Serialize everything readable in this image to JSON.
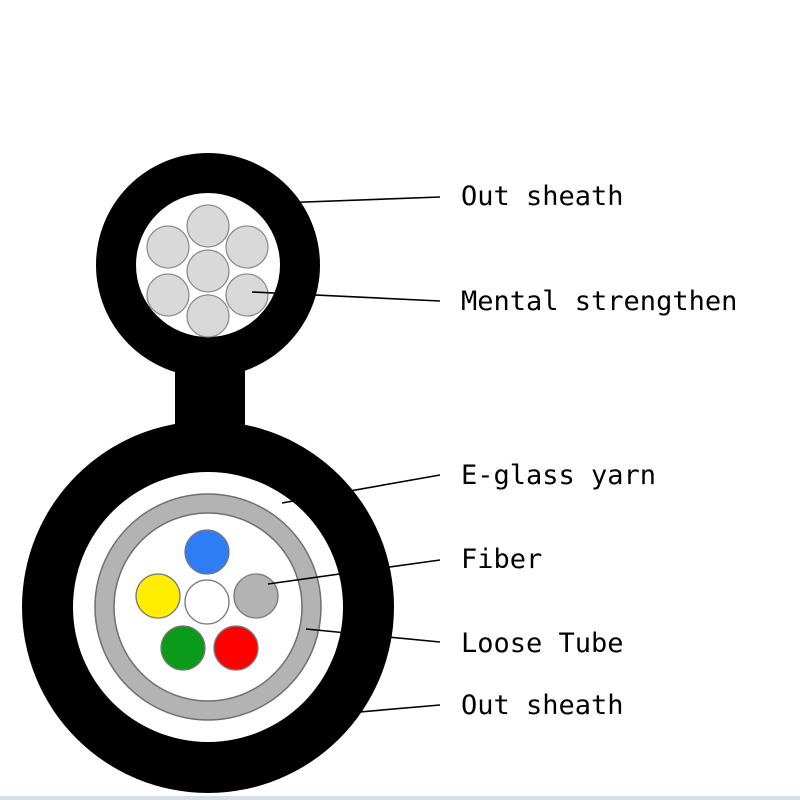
{
  "labels": {
    "top_sheath": "Out sheath",
    "metal_strength": "Mental strengthen",
    "eglass_yarn": "E-glass yarn",
    "fiber": "Fiber",
    "loose_tube": "Loose Tube",
    "bottom_sheath": "Out sheath"
  },
  "colors": {
    "sheath": "#000000",
    "strand_fill": "#d9d9d9",
    "eglass_ring": "#b3b3b3",
    "fiber_blue": "#2f7df6",
    "fiber_yellow": "#ffee00",
    "fiber_white": "#ffffff",
    "fiber_gray": "#b3b3b3",
    "fiber_green": "#0a9a1a",
    "fiber_red": "#ff0000"
  }
}
